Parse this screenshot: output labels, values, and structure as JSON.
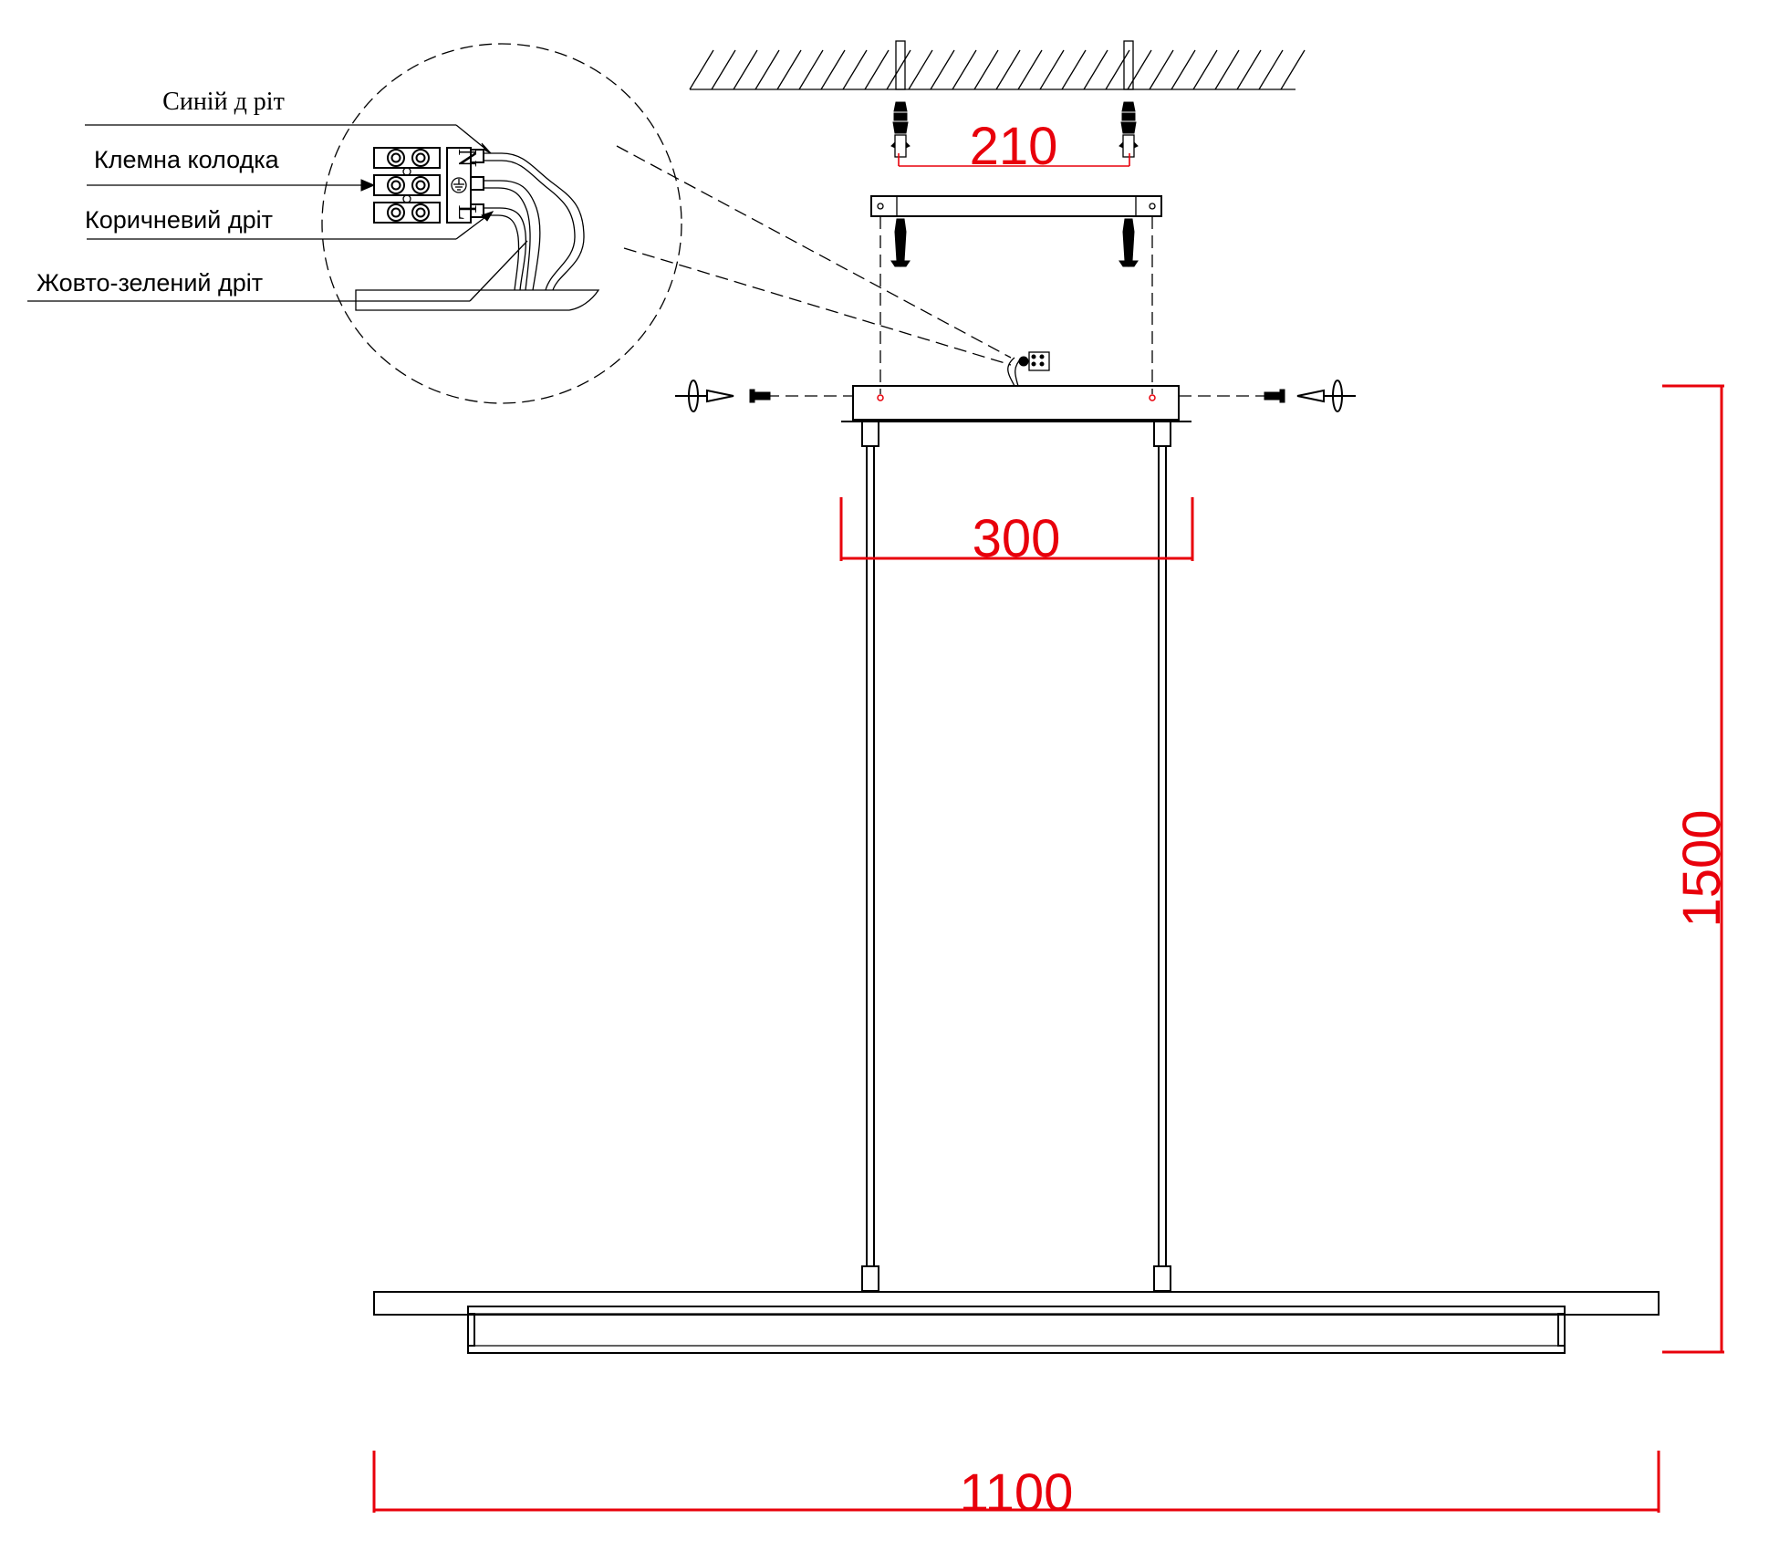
{
  "labels": {
    "blue_wire": "Синій д ріт",
    "terminal_block": "Клемна колодка",
    "brown_wire": "Коричневий дріт",
    "yellow_green_wire": "Жовто-зелений дріт"
  },
  "terminal_marks": {
    "neutral": "N",
    "live": "L"
  },
  "dimensions": {
    "anchor_spacing": "210",
    "suspension_spacing": "300",
    "total_height": "1500",
    "total_length": "1100"
  },
  "colors": {
    "dimension": "#e8000b",
    "line": "#000000"
  },
  "icons": [
    "ground-icon",
    "screw-icon",
    "wall-plug-icon",
    "ceiling-hatch"
  ]
}
